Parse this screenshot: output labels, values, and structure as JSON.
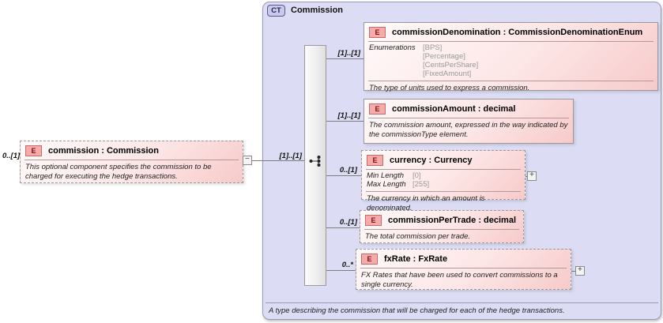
{
  "outer": {
    "badge": "E",
    "cardinality": "0..[1]",
    "title": "commission : Commission",
    "description": "This optional component specifies the commission to be charged for executing the hedge transactions.",
    "collapse_button": "−"
  },
  "ct": {
    "badge": "CT",
    "title": "Commission",
    "group_cardinality": "[1]..[1]",
    "footer": "A type describing the commission that will be charged for each of the hedge transactions.",
    "children": [
      {
        "badge": "E",
        "title": "commissionDenomination : CommissionDenominationEnum",
        "cardinality": "[1]..[1]",
        "facet_label": "Enumerations",
        "facet_values": [
          "[BPS]",
          "[Percentage]",
          "[CentsPerShare]",
          "[FixedAmount]"
        ],
        "description": "The type of units used to express a commission."
      },
      {
        "badge": "E",
        "title": "commissionAmount : decimal",
        "cardinality": "[1]..[1]",
        "description": "The commission amount, expressed in the way indicated by the commissionType element."
      },
      {
        "badge": "E",
        "title": "currency : Currency",
        "cardinality": "0..[1]",
        "facets": [
          {
            "label": "Min Length",
            "value": "[0]"
          },
          {
            "label": "Max Length",
            "value": "[255]"
          }
        ],
        "description": "The currency in which an amount is denominated.",
        "expand_button": "+"
      },
      {
        "badge": "E",
        "title": "commissionPerTrade : decimal",
        "cardinality": "0..[1]",
        "description": "The total commission per trade."
      },
      {
        "badge": "E",
        "title": "fxRate : FxRate",
        "cardinality": "0..*",
        "description": "FX Rates that have been used to convert commissions to a single currency.",
        "expand_button": "+"
      }
    ]
  },
  "colors": {
    "container_fill": "#dcdcf4",
    "element_fill": "#f7caca",
    "badge_border": "#c76a6a",
    "ct_badge_fill": "#c9c9ee"
  }
}
